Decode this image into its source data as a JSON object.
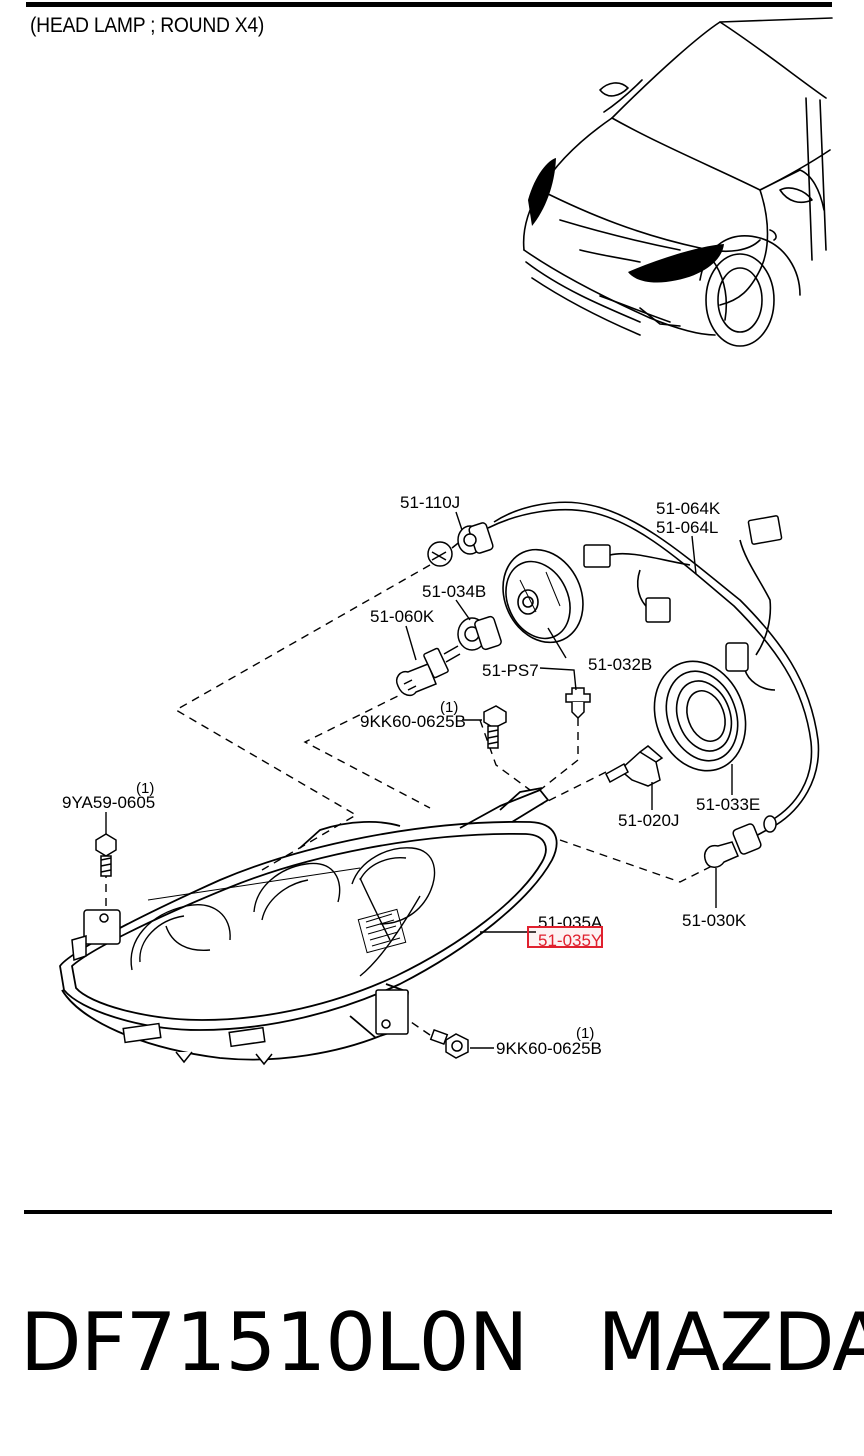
{
  "header": {
    "title": "(HEAD LAMP ; ROUND X4)"
  },
  "labels": {
    "p51_110J": "51-110J",
    "p51_064K": "51-064K",
    "p51_064L": "51-064L",
    "p51_034B": "51-034B",
    "p51_060K": "51-060K",
    "p51_PS7": "51-PS7",
    "p51_032B": "51-032B",
    "qty_9kk_top": "(1)",
    "p9KK60_top": "9KK60-0625B",
    "qty_9ya": "(1)",
    "p9YA59": "9YA59-0605",
    "p51_020J": "51-020J",
    "p51_033E": "51-033E",
    "p51_035A": "51-035A",
    "p51_035Y": "51-035Y",
    "p51_030K": "51-030K",
    "qty_9kk_bottom": "(1)",
    "p9KK60_bottom": "9KK60-0625B"
  },
  "highlight": {
    "color": "#e0202e",
    "target": "51-035Y"
  },
  "footer": {
    "part_number": "DF71510L0N",
    "brand": "MAZDA"
  }
}
